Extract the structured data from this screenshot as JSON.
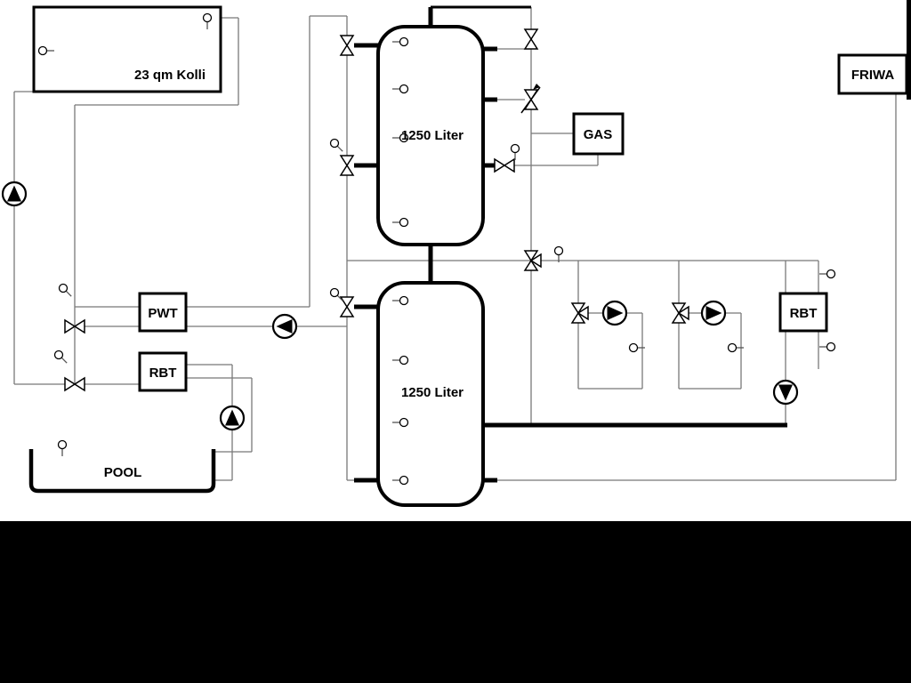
{
  "labels": {
    "collector": "23 qm Kolli",
    "tank_top": "1250 Liter",
    "tank_bottom": "1250 Liter",
    "gas": "GAS",
    "friwa": "FRIWA",
    "pwt": "PWT",
    "rbt_left": "RBT",
    "rbt_right": "RBT",
    "pool": "POOL"
  },
  "colors": {
    "pipe": "#787878",
    "thick_pipe": "#000000",
    "background": "#ffffff",
    "letterbox": "#000000",
    "symbol_fill": "#ffffff",
    "symbol_stroke": "#000000"
  },
  "symbols": {
    "pump": "circle-with-filled-triangle",
    "valve": "bowtie-triangles",
    "three_way_valve": "bowtie-with-third-triangle",
    "sensor": "small-circle-with-stem"
  }
}
